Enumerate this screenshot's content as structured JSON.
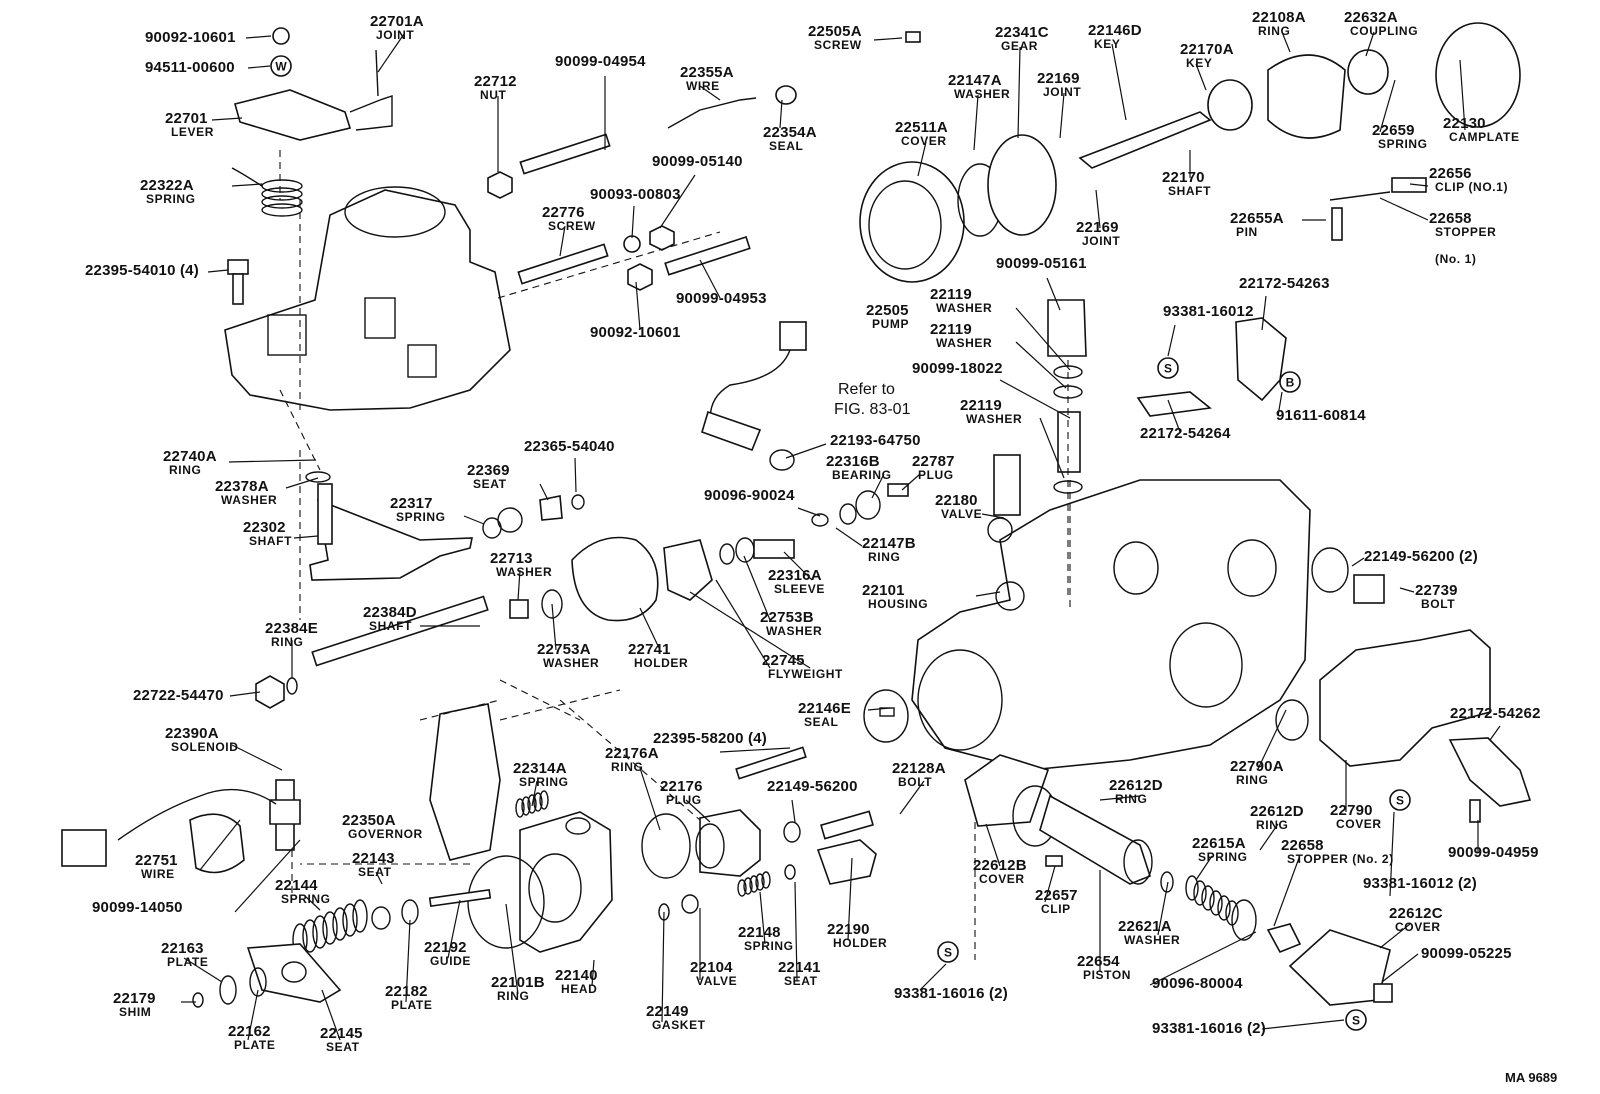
{
  "figure_code": "MA 9689",
  "refer_note": {
    "line1": "Refer to",
    "line2": "FIG. 83-01"
  },
  "callouts": [
    {
      "id": "c01",
      "num": "90092-10601",
      "name": ""
    },
    {
      "id": "c02",
      "num": "22701A",
      "name": "JOINT"
    },
    {
      "id": "c03",
      "num": "94511-00600",
      "name": ""
    },
    {
      "id": "c04",
      "num": "22701",
      "name": "LEVER"
    },
    {
      "id": "c05",
      "num": "22322A",
      "name": "SPRING"
    },
    {
      "id": "c06",
      "num": "22395-54010 (4)",
      "name": ""
    },
    {
      "id": "c07",
      "num": "22712",
      "name": "NUT"
    },
    {
      "id": "c08",
      "num": "90099-04954",
      "name": ""
    },
    {
      "id": "c09",
      "num": "22355A",
      "name": "WIRE"
    },
    {
      "id": "c10",
      "num": "22354A",
      "name": "SEAL"
    },
    {
      "id": "c11",
      "num": "90099-05140",
      "name": ""
    },
    {
      "id": "c12",
      "num": "90093-00803",
      "name": ""
    },
    {
      "id": "c13",
      "num": "22776",
      "name": "SCREW"
    },
    {
      "id": "c14",
      "num": "90099-04953",
      "name": ""
    },
    {
      "id": "c15",
      "num": "90092-10601",
      "name": ""
    },
    {
      "id": "c16",
      "num": "22505A",
      "name": "SCREW"
    },
    {
      "id": "c17",
      "num": "22341C",
      "name": "GEAR"
    },
    {
      "id": "c18",
      "num": "22146D",
      "name": "KEY"
    },
    {
      "id": "c19",
      "num": "22108A",
      "name": "RING"
    },
    {
      "id": "c20",
      "num": "22632A",
      "name": "COUPLING"
    },
    {
      "id": "c21",
      "num": "22170A",
      "name": "KEY"
    },
    {
      "id": "c22",
      "num": "22147A",
      "name": "WASHER"
    },
    {
      "id": "c23",
      "num": "22169",
      "name": "JOINT"
    },
    {
      "id": "c24",
      "num": "22511A",
      "name": "COVER"
    },
    {
      "id": "c25",
      "num": "22659",
      "name": "SPRING"
    },
    {
      "id": "c26",
      "num": "22130",
      "name": "CAMPLATE"
    },
    {
      "id": "c27",
      "num": "22170",
      "name": "SHAFT"
    },
    {
      "id": "c28",
      "num": "22169",
      "name": "JOINT"
    },
    {
      "id": "c29",
      "num": "22656",
      "name": "CLIP (NO.1)"
    },
    {
      "id": "c30",
      "num": "22655A",
      "name": "PIN"
    },
    {
      "id": "c31",
      "num": "22658",
      "name": "STOPPER"
    },
    {
      "id": "c32",
      "num": "",
      "name": "(No. 1)"
    },
    {
      "id": "c33",
      "num": "22505",
      "name": "PUMP"
    },
    {
      "id": "c34",
      "num": "22119",
      "name": "WASHER"
    },
    {
      "id": "c35",
      "num": "90099-05161",
      "name": ""
    },
    {
      "id": "c36",
      "num": "22119",
      "name": "WASHER"
    },
    {
      "id": "c37",
      "num": "22172-54263",
      "name": ""
    },
    {
      "id": "c38",
      "num": "93381-16012",
      "name": ""
    },
    {
      "id": "c39",
      "num": "90099-18022",
      "name": ""
    },
    {
      "id": "c40",
      "num": "22119",
      "name": "WASHER"
    },
    {
      "id": "c41",
      "num": "91611-60814",
      "name": ""
    },
    {
      "id": "c42",
      "num": "22172-54264",
      "name": ""
    },
    {
      "id": "c43",
      "num": "22193-64750",
      "name": ""
    },
    {
      "id": "c44",
      "num": "22316B",
      "name": "BEARING"
    },
    {
      "id": "c45",
      "num": "22787",
      "name": "PLUG"
    },
    {
      "id": "c46",
      "num": "22180",
      "name": "VALVE"
    },
    {
      "id": "c47",
      "num": "22740A",
      "name": "RING"
    },
    {
      "id": "c48",
      "num": "22378A",
      "name": "WASHER"
    },
    {
      "id": "c49",
      "num": "22365-54040",
      "name": ""
    },
    {
      "id": "c50",
      "num": "22369",
      "name": "SEAT"
    },
    {
      "id": "c51",
      "num": "22317",
      "name": "SPRING"
    },
    {
      "id": "c52",
      "num": "22302",
      "name": "SHAFT"
    },
    {
      "id": "c53",
      "num": "90096-90024",
      "name": ""
    },
    {
      "id": "c54",
      "num": "22147B",
      "name": "RING"
    },
    {
      "id": "c55",
      "num": "22713",
      "name": "WASHER"
    },
    {
      "id": "c56",
      "num": "22316A",
      "name": "SLEEVE"
    },
    {
      "id": "c57",
      "num": "22101",
      "name": "HOUSING"
    },
    {
      "id": "c58",
      "num": "22149-56200 (2)",
      "name": ""
    },
    {
      "id": "c59",
      "num": "22739",
      "name": "BOLT"
    },
    {
      "id": "c60",
      "num": "22384E",
      "name": "RING"
    },
    {
      "id": "c61",
      "num": "22384D",
      "name": "SHAFT"
    },
    {
      "id": "c62",
      "num": "22753B",
      "name": "WASHER"
    },
    {
      "id": "c63",
      "num": "22753A",
      "name": "WASHER"
    },
    {
      "id": "c64",
      "num": "22741",
      "name": "HOLDER"
    },
    {
      "id": "c65",
      "num": "22745",
      "name": "FLYWEIGHT"
    },
    {
      "id": "c66",
      "num": "22722-54470",
      "name": ""
    },
    {
      "id": "c67",
      "num": "22146E",
      "name": "SEAL"
    },
    {
      "id": "c68",
      "num": "22395-58200 (4)",
      "name": ""
    },
    {
      "id": "c69",
      "num": "22390A",
      "name": "SOLENOID"
    },
    {
      "id": "c70",
      "num": "22314A",
      "name": "SPRING"
    },
    {
      "id": "c71",
      "num": "22176A",
      "name": "RING"
    },
    {
      "id": "c72",
      "num": "22128A",
      "name": "BOLT"
    },
    {
      "id": "c73",
      "num": "22172-54262",
      "name": ""
    },
    {
      "id": "c74",
      "num": "22790A",
      "name": "RING"
    },
    {
      "id": "c75",
      "num": "22176",
      "name": "PLUG"
    },
    {
      "id": "c76",
      "num": "22149-56200",
      "name": ""
    },
    {
      "id": "c77",
      "num": "22612D",
      "name": "RING"
    },
    {
      "id": "c78",
      "num": "22350A",
      "name": "GOVERNOR"
    },
    {
      "id": "c79",
      "num": "22612D",
      "name": "RING"
    },
    {
      "id": "c80",
      "num": "22790",
      "name": "COVER"
    },
    {
      "id": "c81",
      "num": "22751",
      "name": "WIRE"
    },
    {
      "id": "c82",
      "num": "22143",
      "name": "SEAT"
    },
    {
      "id": "c83",
      "num": "22612B",
      "name": "COVER"
    },
    {
      "id": "c84",
      "num": "22615A",
      "name": "SPRING"
    },
    {
      "id": "c85",
      "num": "22658",
      "name": "STOPPER (No. 2)"
    },
    {
      "id": "c86",
      "num": "90099-04959",
      "name": ""
    },
    {
      "id": "c87",
      "num": "90099-14050",
      "name": ""
    },
    {
      "id": "c88",
      "num": "22144",
      "name": "SPRING"
    },
    {
      "id": "c89",
      "num": "22148",
      "name": "SPRING"
    },
    {
      "id": "c90",
      "num": "22657",
      "name": "CLIP"
    },
    {
      "id": "c91",
      "num": "93381-16012 (2)",
      "name": ""
    },
    {
      "id": "c92",
      "num": "22190",
      "name": "HOLDER"
    },
    {
      "id": "c93",
      "num": "22192",
      "name": "GUIDE"
    },
    {
      "id": "c94",
      "num": "22182",
      "name": "PLATE"
    },
    {
      "id": "c95",
      "num": "22141",
      "name": "SEAT"
    },
    {
      "id": "c96",
      "num": "22104",
      "name": "VALVE"
    },
    {
      "id": "c97",
      "num": "22621A",
      "name": "WASHER"
    },
    {
      "id": "c98",
      "num": "22612C",
      "name": "COVER"
    },
    {
      "id": "c99",
      "num": "22163",
      "name": "PLATE"
    },
    {
      "id": "c100",
      "num": "22101B",
      "name": "RING"
    },
    {
      "id": "c101",
      "num": "22140",
      "name": "HEAD"
    },
    {
      "id": "c102",
      "num": "22654",
      "name": "PISTON"
    },
    {
      "id": "c103",
      "num": "90099-05225",
      "name": ""
    },
    {
      "id": "c104",
      "num": "22179",
      "name": "SHIM"
    },
    {
      "id": "c105",
      "num": "93381-16016 (2)",
      "name": ""
    },
    {
      "id": "c106",
      "num": "90096-80004",
      "name": ""
    },
    {
      "id": "c107",
      "num": "22149",
      "name": "GASKET"
    },
    {
      "id": "c108",
      "num": "22162",
      "name": "PLATE"
    },
    {
      "id": "c109",
      "num": "22145",
      "name": "SEAT"
    },
    {
      "id": "c110",
      "num": "93381-16016 (2)",
      "name": ""
    }
  ],
  "symbols": [
    {
      "id": "s1",
      "letter": "W"
    },
    {
      "id": "s2",
      "letter": "S"
    },
    {
      "id": "s3",
      "letter": "B"
    },
    {
      "id": "s4",
      "letter": "S"
    },
    {
      "id": "s5",
      "letter": "S"
    },
    {
      "id": "s6",
      "letter": "S"
    }
  ]
}
